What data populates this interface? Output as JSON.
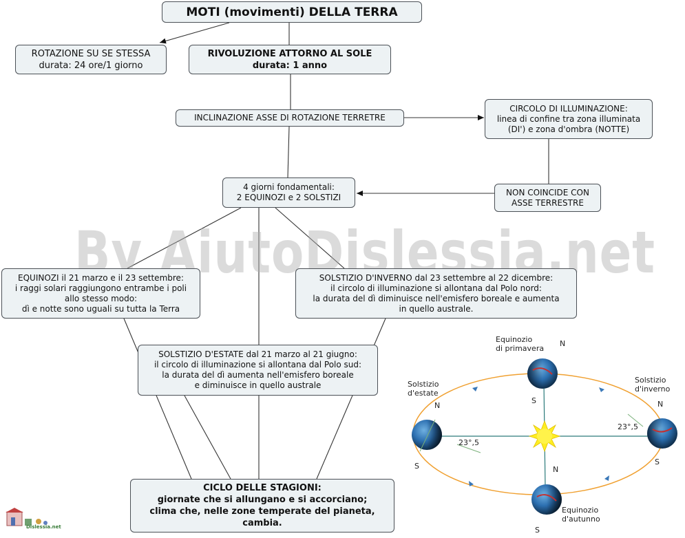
{
  "title": "MOTI (movimenti) DELLA TERRA",
  "rotation": {
    "lines": [
      "ROTAZIONE SU SE STESSA",
      "durata: 24 ore/1 giorno"
    ]
  },
  "revolution": {
    "lines": [
      "RIVOLUZIONE ATTORNO AL SOLE",
      "durata: 1 anno"
    ]
  },
  "inclination": {
    "lines": [
      "INCLINAZIONE ASSE DI ROTAZIONE TERRETRE"
    ]
  },
  "illumination_circle": {
    "lines": [
      "CIRCOLO DI ILLUMINAZIONE:",
      "linea di confine tra zona illuminata",
      "(DI') e zona d'ombra (NOTTE)"
    ]
  },
  "not_coincide": {
    "lines": [
      "NON COINCIDE CON",
      "ASSE TERRESTRE"
    ]
  },
  "four_days": {
    "lines": [
      "4 giorni fondamentali:",
      "2 EQUINOZI e 2 SOLSTIZI"
    ]
  },
  "equinoxes": {
    "lines": [
      "EQUINOZI il 21 marzo e il 23 settembre:",
      "i raggi solari raggiungono entrambe i poli",
      "allo stesso modo:",
      "dì e notte sono uguali su tutta la Terra"
    ]
  },
  "winter_solstice": {
    "lines": [
      "SOLSTIZIO D'INVERNO dal 23 settembre al 22 dicembre:",
      "il circolo di illuminazione si allontana dal Polo nord:",
      "la durata del dì diminuisce nell'emisfero boreale e aumenta",
      "in quello australe."
    ]
  },
  "summer_solstice": {
    "lines": [
      "SOLSTIZIO D'ESTATE dal 21 marzo al 21 giugno:",
      "il circolo di illuminazione si allontana dal Polo sud:",
      "la durata del dì aumenta nell'emisfero boreale",
      "e diminuisce in quello australe"
    ]
  },
  "seasons": {
    "lines": [
      "CICLO DELLE STAGIONI:",
      "giornate che si allungano e si accorciano;",
      "clima che, nelle zone temperate del pianeta,",
      "cambia."
    ]
  },
  "watermark": "By AiutoDislessia.net",
  "logo_text": "Dislessia.net",
  "orbit": {
    "spring_equinox": [
      "Equinozio",
      "di primavera"
    ],
    "summer_solstice": [
      "Solstizio",
      "d'estate"
    ],
    "winter_solstice": [
      "Solstizio",
      "d'inverno"
    ],
    "autumn_equinox": [
      "Equinozio",
      "d'autunno"
    ],
    "north": "N",
    "south": "S",
    "angle": "23°,5",
    "angle_right": "23°,5"
  },
  "colors": {
    "node_fill": "#edf2f4",
    "node_border": "#4a4f55",
    "orbit": "#f0a030",
    "sun": "#ffee22",
    "earth": "#2c6fb0"
  }
}
